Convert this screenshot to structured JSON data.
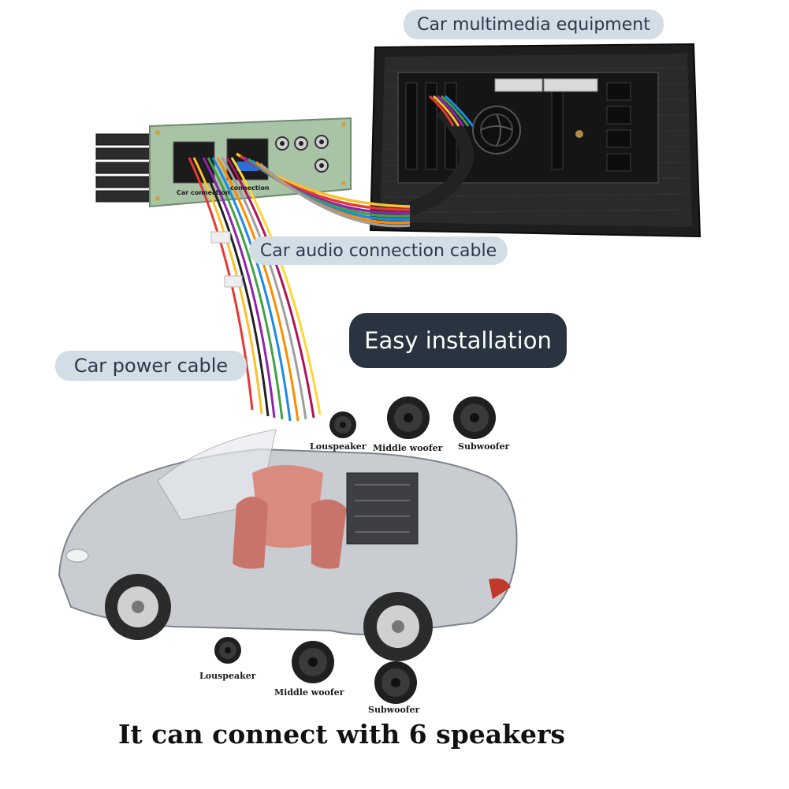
{
  "labels": {
    "multimedia": "Car multimedia equipment",
    "audio_cable": "Car audio connection cable",
    "power_cable": "Car power cable",
    "easy_install": "Easy installation"
  },
  "amplifier": {
    "port_left": "Car connection",
    "port_right": "connection"
  },
  "speakers_top": [
    "Louspeaker",
    "Middle woofer",
    "Subwoofer"
  ],
  "speakers_bottom": [
    "Louspeaker",
    "Middle woofer",
    "Subwoofer"
  ],
  "caption": "It can connect with 6 speakers",
  "colors": {
    "pill_light": "#d3dde6",
    "pill_dark": "#2a3440",
    "amplifier": "#a9c3a6",
    "head_unit": "#1e1e1e"
  }
}
